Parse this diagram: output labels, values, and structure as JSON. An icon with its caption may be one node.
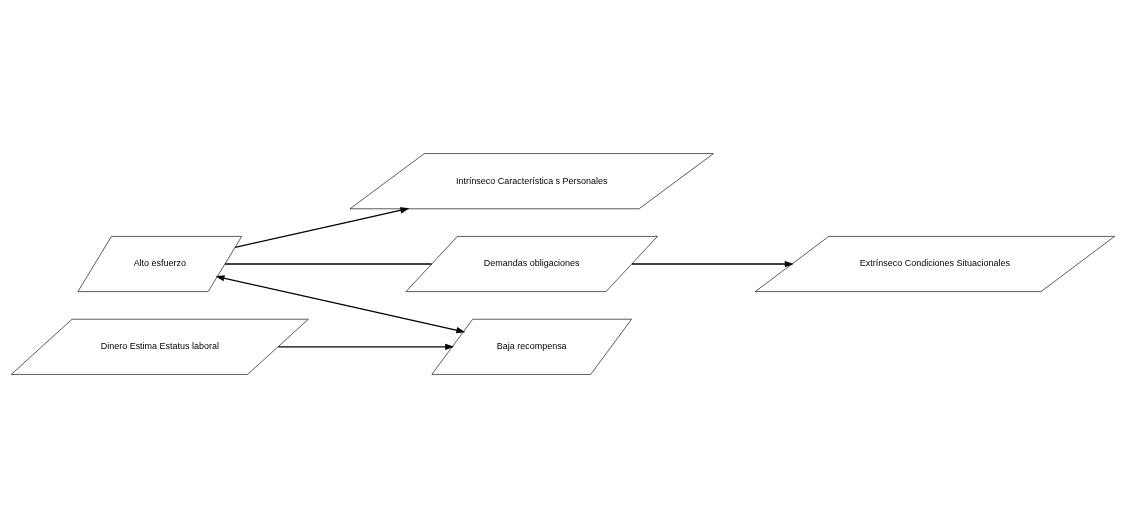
{
  "diagram": {
    "nodes": [
      {
        "text": [
          "Intrínseco Característica s Personales"
        ]
      },
      {
        "text": [
          "Alto esfuerzo"
        ]
      },
      {
        "text": [
          "Baja recompensa"
        ]
      },
      {
        "text": [
          "Extrínseco Condiciones Situacionales"
        ]
      },
      {
        "text": [
          "Demandas obligaciones"
        ]
      },
      {
        "text": [
          "Dinero Estima Estatus laboral"
        ]
      }
    ],
    "edges": [
      {
        "from": 1,
        "to": 0,
        "arrow": "to"
      },
      {
        "from": 1,
        "to": 2,
        "arrow": "both"
      },
      {
        "from": 1,
        "to": 4,
        "arrow": "none"
      },
      {
        "from": 4,
        "to": 3,
        "arrow": "to"
      },
      {
        "from": 5,
        "to": 2,
        "arrow": "to"
      }
    ]
  }
}
